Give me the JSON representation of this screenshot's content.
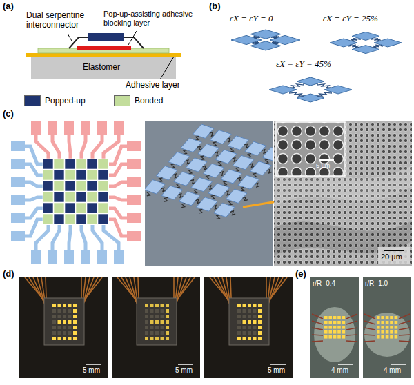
{
  "diagram": {
    "labels": [
      "(a)",
      "Dual serpentine interconnector",
      "Pop-up-assisting adhesive blocking layer",
      "Elastomer",
      "Adhesive layer",
      "(b)",
      "εX = εY = 0",
      "εX = εY = 25%",
      "εX = εY = 45%",
      "(c)",
      "5 µm",
      "20 µm",
      "(d)",
      "5 mm",
      "5 mm",
      "5 mm",
      "(e)",
      "r/R=0.4",
      "r/R=1.0",
      "4 mm",
      "4 mm"
    ],
    "legend": [
      {
        "text": "Popped-up",
        "color": "#1f3470"
      },
      {
        "text": "Bonded",
        "color": "#c3dd9c"
      }
    ]
  }
}
